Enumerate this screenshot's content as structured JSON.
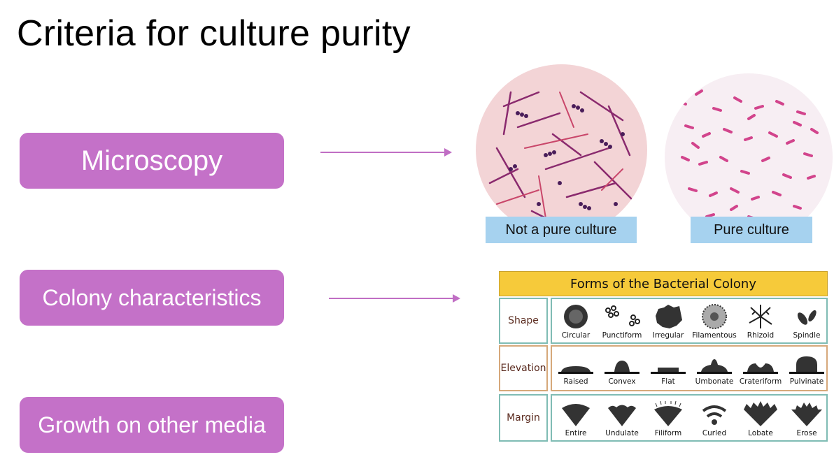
{
  "slide": {
    "title": "Criteria for culture purity"
  },
  "criteria": [
    {
      "label": "Microscopy"
    },
    {
      "label": "Colony characteristics"
    },
    {
      "label": "Growth on other media"
    }
  ],
  "micrographs": [
    {
      "caption": "Not a pure culture"
    },
    {
      "caption": "Pure culture"
    }
  ],
  "colony_chart": {
    "title": "Forms of the Bacterial Colony",
    "rows": [
      {
        "label": "Shape",
        "items": [
          "Circular",
          "Punctiform",
          "Irregular",
          "Filamentous",
          "Rhizoid",
          "Spindle"
        ]
      },
      {
        "label": "Elevation",
        "items": [
          "Raised",
          "Convex",
          "Flat",
          "Umbonate",
          "Crateriform",
          "Pulvinate"
        ]
      },
      {
        "label": "Margin",
        "items": [
          "Entire",
          "Undulate",
          "Filiform",
          "Curled",
          "Lobate",
          "Erose"
        ]
      }
    ]
  },
  "colors": {
    "pill": "#c471c8",
    "arrow": "#c06ec4",
    "caption": "#a6d2ef",
    "chart_header": "#f6ca3a",
    "chart_border": "#7fbcb4"
  }
}
